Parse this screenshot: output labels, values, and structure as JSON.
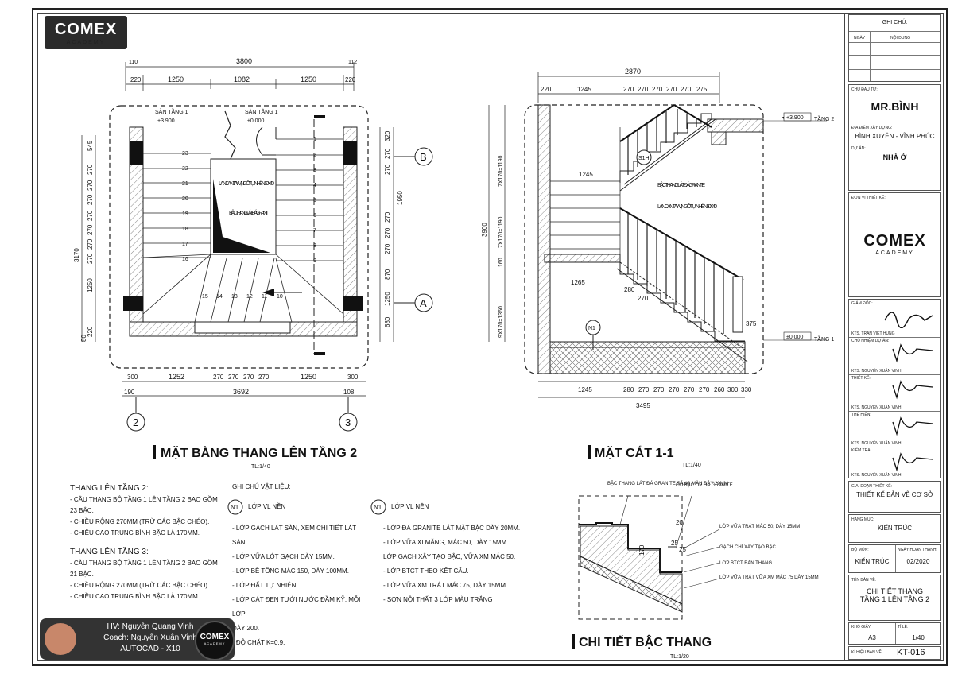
{
  "logo_top": {
    "brand": "COMEX",
    "sub": "ACADEMY"
  },
  "plan": {
    "title": "MẶT BẰNG THANG LÊN TẦNG 2",
    "scale": "TL:1/40",
    "dims_top": [
      "110",
      "3800",
      "112",
      "220",
      "1250",
      "1082",
      "1250",
      "220"
    ],
    "dims_bottom": [
      "300",
      "1252",
      "270",
      "270",
      "270",
      "270",
      "1250",
      "300",
      "190",
      "3692",
      "108"
    ],
    "dims_left": [
      "545",
      "270",
      "270",
      "270",
      "270",
      "270",
      "270",
      "270",
      "3170",
      "1250",
      "220",
      "80"
    ],
    "dims_right": [
      "320",
      "270",
      "270",
      "1950",
      "270",
      "270",
      "270",
      "870",
      "1250",
      "680"
    ],
    "steps_left": [
      "23",
      "22",
      "21",
      "20",
      "19",
      "18",
      "17",
      "16"
    ],
    "steps_right": [
      "1",
      "2",
      "3",
      "4",
      "5",
      "6",
      "7",
      "8",
      "9"
    ],
    "steps_bottom": [
      "15",
      "14",
      "13",
      "12",
      "11",
      "10"
    ],
    "san_left": "SÀN TẦNG 1",
    "san_left_level": "+3.900",
    "san_right": "SÀN TẦNG 1",
    "san_right_level": "±0.000",
    "label_railing": "LAN CAN TAY VỊN GỖ TỰ NHIÊN 60X40",
    "label_step": "BẬC THANG LÁT ĐÁ GRANIT",
    "axes": [
      "B",
      "A",
      "2",
      "3"
    ]
  },
  "section": {
    "title": "MẶT CẮT 1-1",
    "scale": "TL:1/40",
    "dims_top": [
      "2870",
      "220",
      "1245",
      "270",
      "270",
      "270",
      "270",
      "270",
      "275"
    ],
    "dims_bottom": [
      "1245",
      "280",
      "270",
      "270",
      "270",
      "270",
      "270",
      "260",
      "300",
      "330",
      "3495"
    ],
    "dims_left": [
      "3900",
      "7X170=1190",
      "7X170=1190",
      "160",
      "9X170=1360"
    ],
    "inner_1245": "1245",
    "inner_1265": "1265",
    "inner_280": "280",
    "inner_270": "270",
    "inner_375": "375",
    "label_step": "BẬC THANG LÁT ĐÁ GRANITE",
    "label_railing": "LAN CAN TAY VỊN GỖ TỰ NHIÊN 60X40",
    "level_top": "+3.900",
    "level_top_name": "TẦNG 2",
    "level_bottom": "±0.000",
    "level_bottom_name": "TẦNG 1",
    "tag_s": "S1H",
    "tag_n": "N1"
  },
  "detail": {
    "title": "CHI TIẾT BẬC THANG",
    "scale": "TL:1/20",
    "l1": "BẬC THANG LÁT ĐÁ GRANITE SÁNG MÀU DÀY 20MM",
    "l2": "CỔ BẬC ỐP ĐÁ GRANITE",
    "l3": "LỚP VỮA TRÁT MÁC 50, DÀY 15MM",
    "l4": "GẠCH CHỈ XÂY TẠO BẬC",
    "l5": "LỚP BTCT BẢN THANG",
    "l6": "LỚP VỮA TRÁT VỮA XM MÁC 75 DÀY 15MM",
    "d1": "25",
    "d2": "25",
    "d3": "170",
    "d4": "20"
  },
  "notes_left": {
    "h1": "THANG LÊN TẦNG 2:",
    "a1": "- CẦU THANG BỘ TẦNG 1 LÊN TẦNG 2 BAO GỒM 23 BẬC.",
    "a2": "- CHIỀU RỘNG 270MM (TRỪ CÁC BẬC CHÉO).",
    "a3": "- CHIỀU CAO TRUNG BÌNH BẬC LÀ 170MM.",
    "h2": "THANG LÊN TẦNG 3:",
    "b1": "- CẦU THANG BỘ TẦNG 1 LÊN TẦNG 2 BAO GỒM 21 BẬC.",
    "b2": "- CHIỀU RỘNG 270MM (TRỪ CÁC BẬC CHÉO).",
    "b3": "- CHIỀU CAO TRUNG BÌNH BẬC LÀ 170MM."
  },
  "materials": {
    "heading": "GHI CHÚ VẬT LIỆU:",
    "col1": {
      "tag": "N1",
      "name": "LỚP VL NỀN",
      "items": [
        "- LỚP GẠCH LÁT SÀN, XEM CHI TIẾT LÁT SÀN.",
        "- LỚP VỮA LÓT GẠCH DÀY 15MM.",
        "- LỚP BÊ TÔNG MÁC 150, DÀY 100MM.",
        "- LỚP ĐẤT TỰ NHIÊN.",
        "- LỚP CÁT ĐEN TƯỚI NƯỚC ĐẦM KỸ, MỖI LỚP",
        "DÀY 200.",
        "- ĐỘ CHẶT K=0.9."
      ]
    },
    "col2": {
      "tag": "N1",
      "name": "LỚP VL NỀN",
      "items": [
        "- LỚP ĐÁ GRANITE LÁT MẶT BẬC DÀY 20MM.",
        "- LỚP VỮA XI MĂNG, MÁC 50, DÀY 15MM",
        "LỚP GẠCH XÂY TẠO BẬC, VỮA XM MÁC 50.",
        "- LỚP BTCT THEO KẾT CẤU.",
        "- LỚP VỮA XM TRÁT MÁC 75, DÀY 15MM.",
        "- SƠN NỘI THẤT 3 LỚP MÀU TRẮNG"
      ]
    }
  },
  "badge": {
    "line1": "HV: Nguyễn Quang Vinh",
    "line2": "Coach: Nguyễn Xuân Vinh",
    "line3": "AUTOCAD - X10",
    "brand": "COMEX",
    "sub": "ACADEMY"
  },
  "title_block": {
    "ghi_chu": "GHI CHÚ:",
    "ngay": "NGÀY",
    "noi_dung": "NỘI DUNG",
    "chu_dau_tu_label": "CHỦ ĐẦU TƯ:",
    "chu_dau_tu": "MR.BÌNH",
    "dia_diem_label": "ĐỊA ĐIỂM XÂY DỰNG:",
    "dia_diem": "BÌNH XUYÊN - VĨNH PHÚC",
    "du_an_label": "DỰ ÁN:",
    "du_an": "NHÀ Ở",
    "don_vi_label": "ĐƠN VỊ THIẾT KẾ:",
    "brand": "COMEX",
    "sub": "ACADEMY",
    "giam_doc": "GIÁM ĐỐC:",
    "kts1": "KTS. TRẦN VIỆT HÙNG",
    "chu_nhiem": "CHỦ NHIỆM DỰ ÁN:",
    "kts2": "KTS. NGUYỄN XUÂN VINH",
    "thiet_ke": "THIẾT KẾ:",
    "kts3": "KTS. NGUYỄN XUÂN VINH",
    "the_hien": "THỂ HIỆN:",
    "kts4": "KTS. NGUYỄN XUÂN VINH",
    "kiem_tra": "KIỂM TRA:",
    "kts5": "KTS. NGUYỄN XUÂN VINH",
    "giai_doan_label": "GIAI ĐOẠN THIẾT KẾ:",
    "giai_doan": "THIẾT KẾ BẢN VẼ CƠ SỞ",
    "hang_muc_label": "HẠNG MỤC:",
    "hang_muc": "KIẾN TRÚC",
    "bo_mon_label": "BỘ MÔN:",
    "bo_mon": "KIẾN TRÚC",
    "ngay_ht_label": "NGÀY HOÀN THÀNH:",
    "ngay_ht": "02/2020",
    "ten_ban_ve_label": "TÊN BẢN VẼ:",
    "ten_ban_ve_1": "CHI TIẾT THANG",
    "ten_ban_ve_2": "TẦNG 1 LÊN TẦNG 2",
    "kho_giay_label": "KHỔ GIẤY:",
    "kho_giay": "A3",
    "ty_le_label": "TỈ LỆ:",
    "ty_le": "1/40",
    "ky_hieu_label": "KÍ HIỆU BẢN VẼ:",
    "ky_hieu": "KT-016"
  }
}
